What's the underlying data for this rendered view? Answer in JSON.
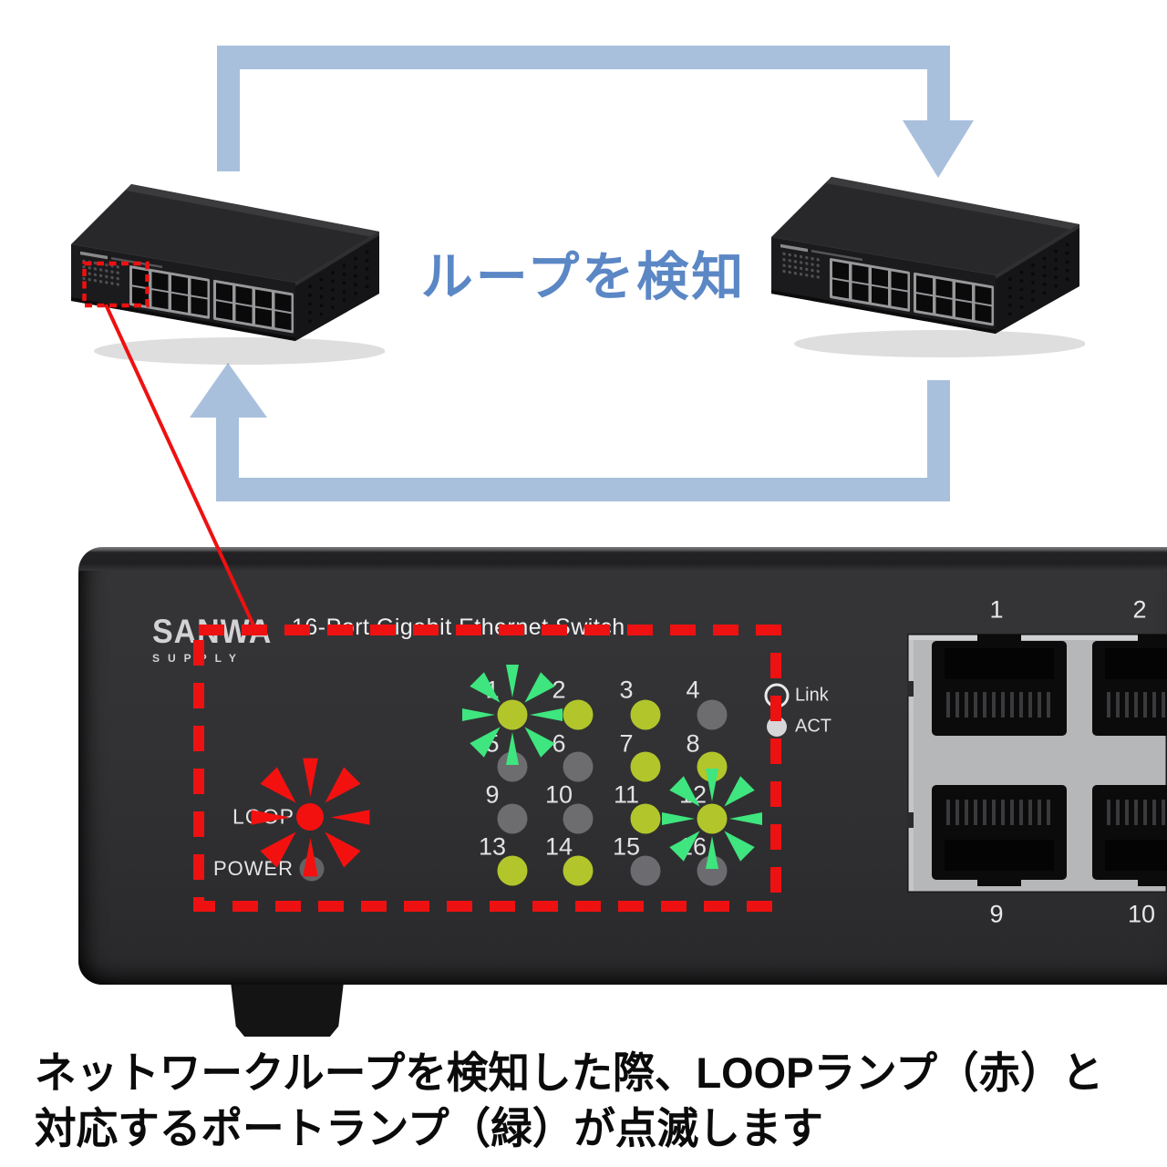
{
  "scene": {
    "loop_caption": "ループを検知",
    "loop_caption_color": "#5b87c5",
    "arrow_color": "#a9c0dd",
    "annotation_color": "#ee1111"
  },
  "panel": {
    "brand_line1": "SANWA",
    "brand_line2": "SUPPLY",
    "model_title": "16-Port Gigabit Ethernet Switch",
    "loop_label": "LOOP",
    "power_label": "POWER",
    "legend": {
      "link_label": "Link",
      "act_label": "ACT"
    },
    "led_on_color": "#b2c62b",
    "led_off_color": "#78787b",
    "blink_ray_color": "#3fe57e",
    "loop_led_color": "#f31110",
    "port_leds": [
      {
        "label": "1",
        "state": "on",
        "blinking": true
      },
      {
        "label": "2",
        "state": "on",
        "blinking": false
      },
      {
        "label": "3",
        "state": "on",
        "blinking": false
      },
      {
        "label": "4",
        "state": "off",
        "blinking": false
      },
      {
        "label": "5",
        "state": "off",
        "blinking": false
      },
      {
        "label": "6",
        "state": "off",
        "blinking": false
      },
      {
        "label": "7",
        "state": "on",
        "blinking": false
      },
      {
        "label": "8",
        "state": "on",
        "blinking": false
      },
      {
        "label": "9",
        "state": "off",
        "blinking": false
      },
      {
        "label": "10",
        "state": "off",
        "blinking": false
      },
      {
        "label": "11",
        "state": "on",
        "blinking": false
      },
      {
        "label": "12",
        "state": "on",
        "blinking": true
      },
      {
        "label": "13",
        "state": "on",
        "blinking": false
      },
      {
        "label": "14",
        "state": "on",
        "blinking": false
      },
      {
        "label": "15",
        "state": "off",
        "blinking": false
      },
      {
        "label": "16",
        "state": "off",
        "blinking": false
      }
    ],
    "jack_labels": [
      "1",
      "2",
      "9",
      "10"
    ]
  },
  "caption": {
    "line1": "ネットワークループを検知した際、LOOPランプ（赤）と",
    "line2": "対応するポートランプ（緑）が点滅します"
  }
}
